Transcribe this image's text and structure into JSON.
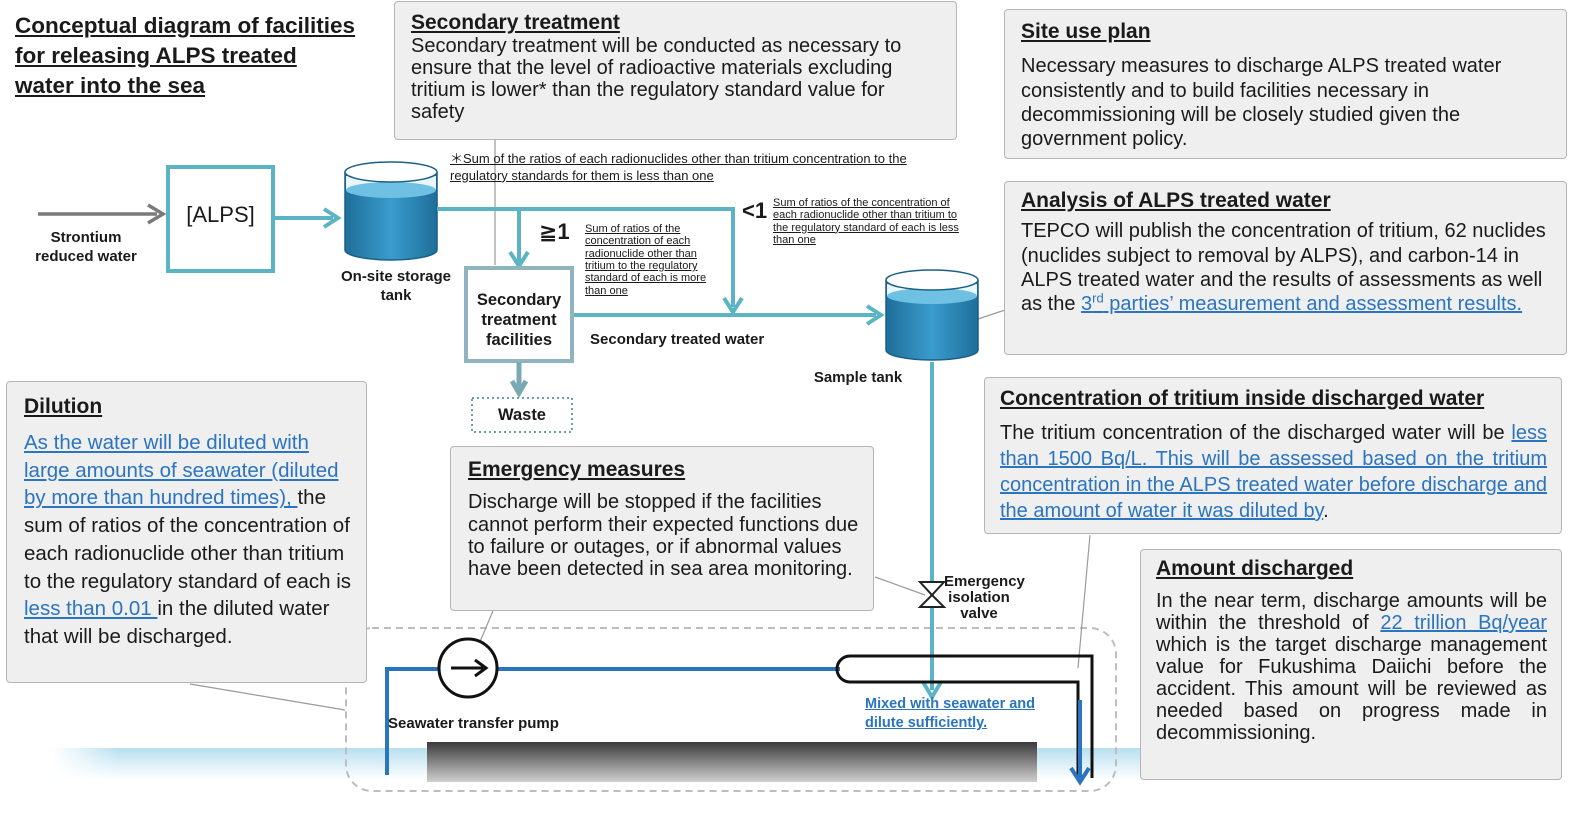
{
  "title": {
    "line1": "Conceptual diagram of facilities",
    "line2": "for releasing ALPS treated",
    "line3": "water into the sea"
  },
  "facilities": {
    "strontium": "Strontium reduced water",
    "alps": "[ALPS]",
    "storage_tank": "On-site storage tank",
    "secondary_facility": "Secondary treatment facilities",
    "waste": "Waste",
    "secondary_water": "Secondary treated water",
    "sample_tank": "Sample tank",
    "valve": "Emergency isolation valve",
    "pump": "Seawater transfer pump",
    "mixed": "Mixed with seawater and dilute sufficiently."
  },
  "ratios": {
    "ge_symbol": "≧1",
    "ge_note": "Sum of ratios of the concentration of each radionuclide other than tritium to the regulatory standard of each is more than one",
    "lt_symbol": "<1",
    "lt_note": "Sum of ratios of the concentration of each radionuclide other than tritium to the regulatory standard of each is less than one"
  },
  "footnote": "＊Sum of the ratios of each radionuclides other than tritium concentration to the regulatory standards for them is less than one",
  "boxes": {
    "secondary_treatment": {
      "title": "Secondary treatment",
      "text": "Secondary treatment will be conducted as necessary to ensure that the level of radioactive materials excluding tritium is lower* than the regulatory standard value  for safety"
    },
    "site_use_plan": {
      "title": "Site use plan",
      "text": "Necessary measures to discharge ALPS treated water consistently and to build facilities necessary in decommissioning will be closely studied given the government policy."
    },
    "analysis": {
      "title": "Analysis of ALPS treated water",
      "text": "TEPCO will publish the concentration of tritium, 62 nuclides (nuclides subject to removal by ALPS), and carbon-14 in ALPS treated water and the results of assessments as well as the ",
      "link_prefix": "3",
      "link_sup": "rd",
      "link_text": " parties’ measurement and assessment results."
    },
    "dilution": {
      "title": "Dilution",
      "link1": "As the water will be diluted with large amounts of seawater (diluted by more than hundred times), ",
      "text1": "the sum of ratios of the concentration of each radionuclide other than tritium to the regulatory standard of each is ",
      "link2": "less than 0.01 ",
      "text2": "in the diluted water that will be discharged."
    },
    "emergency": {
      "title": "Emergency measures",
      "text": "Discharge will be stopped if the facilities cannot perform their expected functions due to failure or outages, or if abnormal values have been detected in sea area monitoring."
    },
    "tritium": {
      "title": "Concentration of tritium inside discharged water",
      "text1": "The tritium concentration of the discharged water will be ",
      "link": "less than 1500 Bq/L. This will be assessed based on the tritium concentration in the ALPS treated water before discharge and the amount of water it was diluted by",
      "text2": "."
    },
    "amount": {
      "title": "Amount discharged",
      "text1": "In the near term, discharge amounts will be within the threshold of ",
      "link": "22 trillion Bq/year",
      "text2": " which is the target discharge management value for Fukushima Daiichi before the accident. This amount will be reviewed as needed based on progress made in decommissioning."
    }
  },
  "colors": {
    "pipe": "#5ab4c4",
    "water": "#2f8fc0",
    "link": "#2a74c0",
    "box_bg": "#efefef"
  }
}
